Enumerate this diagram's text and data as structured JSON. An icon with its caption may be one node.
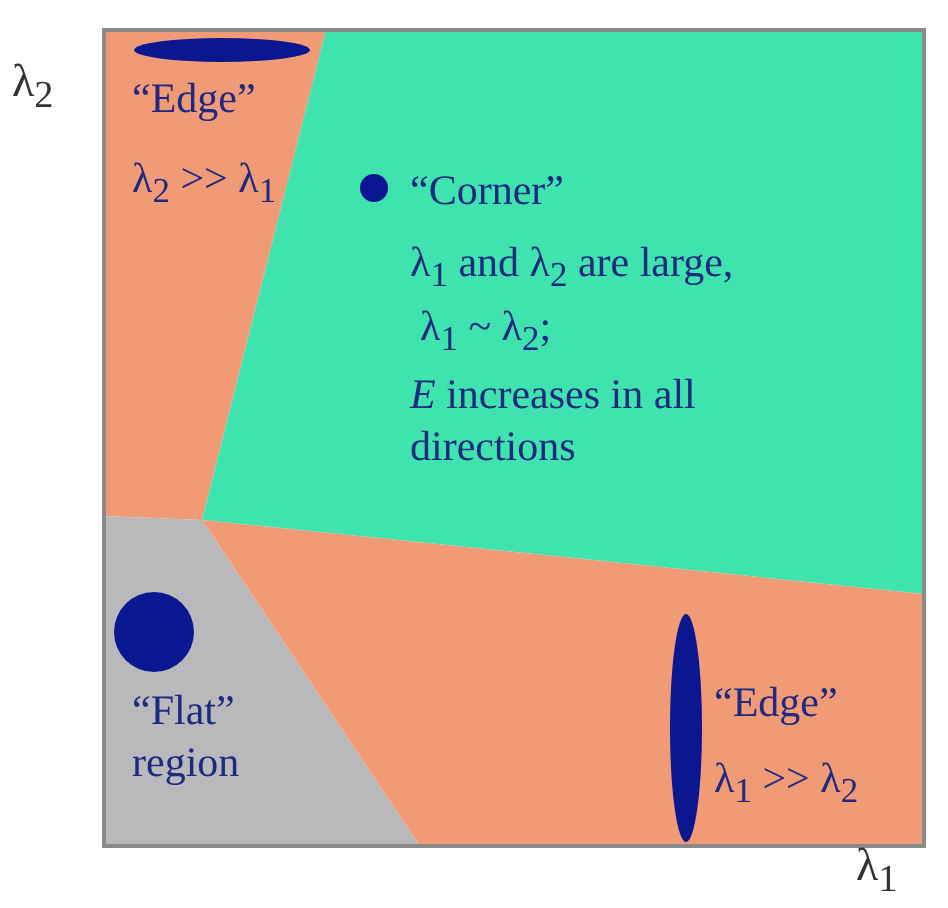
{
  "diagram": {
    "nodes": [
      {
        "text": [
          "“Edge”",
          "λ$_{2}$ >> λ$_{1}$"
        ]
      },
      {
        "text": [
          "“Corner”",
          "λ$_{1}$ and λ$_{2}$ are large,",
          "λ$_{1}$ ~ λ$_{2}$;",
          "*E* increases in all directions"
        ]
      },
      {
        "text": [
          "“Flat” region"
        ]
      },
      {
        "text": [
          "“Edge”",
          "λ$_{1}$ >> λ$_{2}$"
        ]
      }
    ],
    "labels": [
      "λ$_{2}$",
      "λ$_{1}$"
    ]
  }
}
